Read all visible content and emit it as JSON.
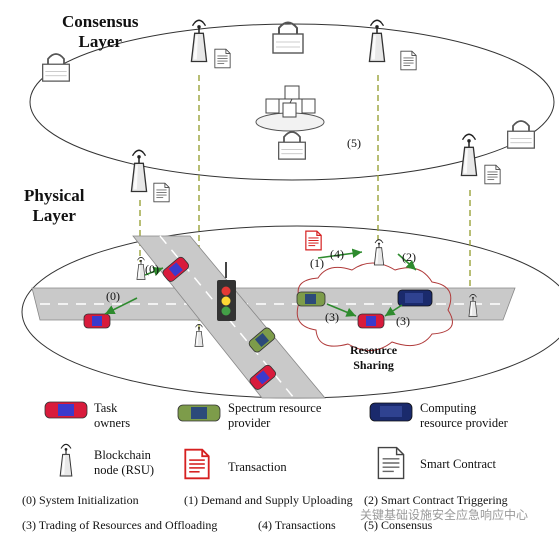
{
  "layers": {
    "consensus": [
      "Consensus",
      "Layer"
    ],
    "physical": [
      "Physical",
      "Layer"
    ]
  },
  "diagram": {
    "step_labels": [
      "(0)",
      "(0)",
      "(1)",
      "(2)",
      "(3)",
      "(3)",
      "(4)",
      "(5)"
    ],
    "resource_sharing": [
      "Resource",
      "Sharing"
    ]
  },
  "legend": {
    "task_owners": [
      "Task",
      "owners"
    ],
    "spectrum_provider": [
      "Spectrum resource",
      "provider"
    ],
    "computing_provider": [
      "Computing",
      "resource provider"
    ],
    "blockchain_node": [
      "Blockchain",
      "node (RSU)"
    ],
    "transaction": "Transaction",
    "smart_contract": "Smart Contract"
  },
  "steps": {
    "s0": "(0) System Initialization",
    "s1": "(1) Demand and Supply Uploading",
    "s2": "(2) Smart Contract Triggering",
    "s3": "(3) Trading of Resources and Offloading",
    "s4": "(4) Transactions",
    "s5": "(5) Consensus"
  },
  "watermark": "关键基础设施安全应急响应中心",
  "colors": {
    "task_car": "#d81b3c",
    "spectrum_car": "#5a7a36",
    "compute_car": "#1a2a6c",
    "arrow": "#2e8b2e",
    "dashed_link": "#9aa33a",
    "transaction_doc": "#d62020"
  }
}
